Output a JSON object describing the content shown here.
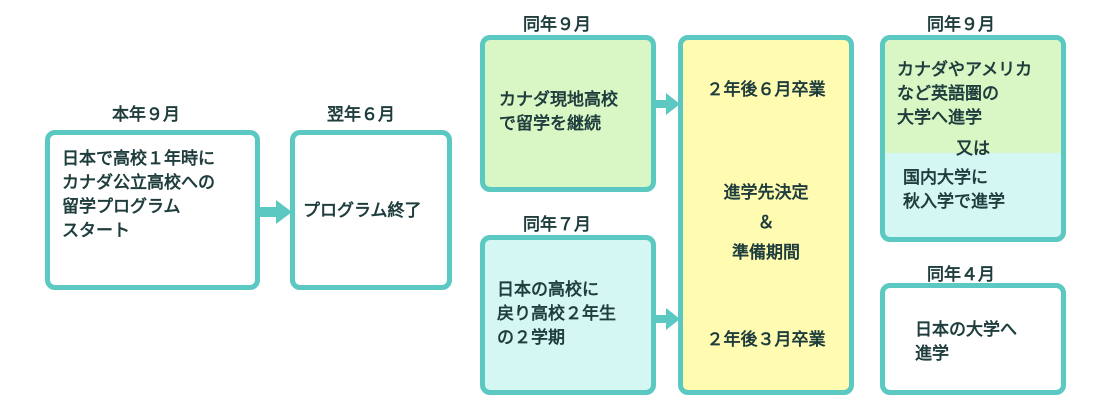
{
  "colors": {
    "border": "#5bc8c2",
    "green": "#d9f7c4",
    "cyan": "#d5f7f3",
    "yellow": "#fffbb0"
  },
  "labels": {
    "this_sep": "本年９月",
    "next_jun": "翌年６月",
    "same_sep_top": "同年９月",
    "same_jul": "同年７月",
    "same_sep_right": "同年９月",
    "same_apr": "同年４月"
  },
  "boxes": {
    "start": {
      "lines": [
        "日本で高校１年時に",
        "カナダ公立高校への",
        "留学プログラム",
        "スタート"
      ]
    },
    "end": {
      "text": "プログラム終了"
    },
    "continue": {
      "lines": [
        "カナダ現地高校",
        "で留学を継続"
      ]
    },
    "return": {
      "lines": [
        "日本の高校に",
        "戻り高校２年生",
        "の２学期"
      ]
    },
    "middle": {
      "top": "２年後６月卒業",
      "center": [
        "進学先決定",
        "＆",
        "準備期間"
      ],
      "bottom": "２年後３月卒業"
    },
    "abroad": {
      "upper": [
        "カナダやアメリカ",
        "など英語圏の",
        "大学へ進学"
      ],
      "or": "又は",
      "lower": [
        "国内大学に",
        "秋入学で進学"
      ]
    },
    "japan": {
      "lines": [
        "日本の大学へ",
        "進学"
      ]
    }
  }
}
